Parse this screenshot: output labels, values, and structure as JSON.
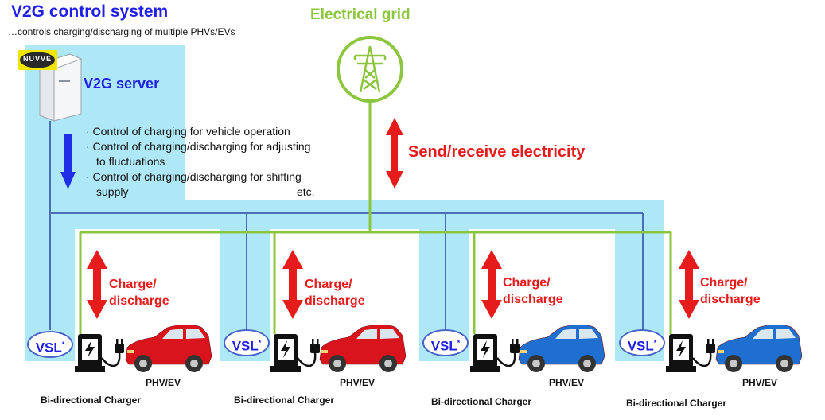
{
  "header": {
    "title": "V2G control system",
    "subtitle": "…controls charging/discharging of multiple PHVs/EVs"
  },
  "grid": {
    "label": "Electrical grid",
    "icon": "transmission-tower-icon"
  },
  "server": {
    "label": "V2G server",
    "logo_text": "NUVVE",
    "functions": [
      "· Control of charging for vehicle operation",
      "· Control of charging/discharging for adjusting",
      "  to fluctuations",
      "· Control of charging/discharging for shifting",
      "  supply"
    ],
    "etc": "etc."
  },
  "send_receive": "Send/receive electricity",
  "colors": {
    "comm_band": "#aee8f7",
    "comm_line": "#4a6fb5",
    "power_line": "#8cc63f",
    "arrow_red": "#e61b1b",
    "arrow_blue": "#1e2fe6",
    "car_red": "#d9141d",
    "car_blue": "#1f6fd1"
  },
  "stations": [
    {
      "vsl": "VSL",
      "vsl_sup": "*",
      "charge_line1": "Charge/",
      "charge_line2": "discharge",
      "car_label": "PHV/EV",
      "charger_label": "Bi-directional Charger",
      "car_color": "red"
    },
    {
      "vsl": "VSL",
      "vsl_sup": "*",
      "charge_line1": "Charge/",
      "charge_line2": "discharge",
      "car_label": "PHV/EV",
      "charger_label": "Bi-directional Charger",
      "car_color": "red"
    },
    {
      "vsl": "VSL",
      "vsl_sup": "*",
      "charge_line1": "Charge/",
      "charge_line2": "discharge",
      "car_label": "PHV/EV",
      "charger_label": "Bi-directional Charger",
      "car_color": "blue"
    },
    {
      "vsl": "VSL",
      "vsl_sup": "*",
      "charge_line1": "Charge/",
      "charge_line2": "discharge",
      "car_label": "PHV/EV",
      "charger_label": "Bi-directional Charger",
      "car_color": "blue"
    }
  ]
}
